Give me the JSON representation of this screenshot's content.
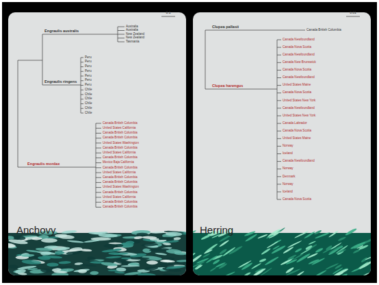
{
  "diagram": {
    "nodes": [
      {
        "text": [
          "Anchovy"
        ]
      },
      {
        "text": [
          "Herring"
        ]
      }
    ],
    "labels": [
      "0.1",
      "Engraulis australis",
      "Australia",
      "Australia",
      "New Zealand",
      "New Zealand",
      "Tasmania",
      "Engraulis ringens",
      "Peru",
      "Peru",
      "Peru",
      "Peru",
      "Peru",
      "Peru",
      "Peru",
      "Chile",
      "Chile",
      "Chile",
      "Chile",
      "Chile",
      "Chile",
      "Engraulis mordax",
      "Canada British Columbia",
      "United States California",
      "Canada British Columbia",
      "Canada British Columbia",
      "United States Washington",
      "Canada British Columbia",
      "United States California",
      "Canada British Columbia",
      "Mexico Baja California",
      "Canada British Columbia",
      "United States California",
      "Canada British Columbia",
      "Canada British Columbia",
      "United States Washington",
      "Canada British Columbia",
      "United States California",
      "Canada British Columbia",
      "Canada British Columbia",
      "0.01",
      "Clupea pallasii",
      "Canada British Columbia",
      "Clupea harengus",
      "Canada Newfoundland",
      "Canada Nova Scotia",
      "Canada Newfoundland",
      "Canada New Brunswick",
      "Canada Nova Scotia",
      "Canada Newfoundland",
      "United States Maine",
      "Canada Nova Scotia",
      "United States New York",
      "Canada Newfoundland",
      "United States New York",
      "Canada Labrador",
      "Canada Nova Scotia",
      "United States Maine",
      "Norway",
      "Iceland",
      "Canada Newfoundland",
      "Norway",
      "Denmark",
      "Norway",
      "Iceland",
      "Canada Nova Scotia"
    ]
  }
}
